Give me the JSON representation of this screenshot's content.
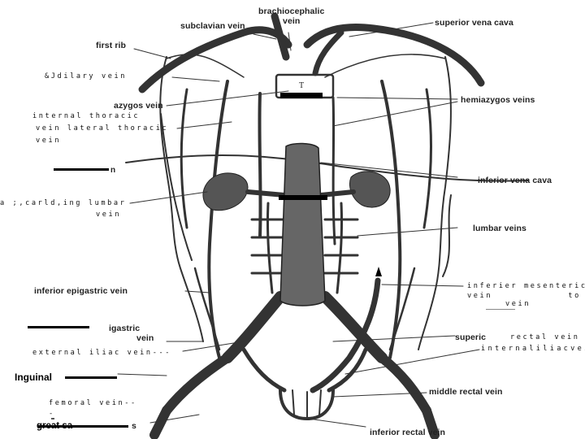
{
  "labels": {
    "brachiocephalic_vein": "brachiocephalic\nvein",
    "subclavian_vein": "subclavian vein",
    "superior_vena_cava": "superior vena cava",
    "first_rib": "first rib",
    "axillary_vein": "&Jdilary vein",
    "azygos_vein": "azygos vein",
    "hemiazygos_veins": "hemiazygos veins",
    "internal_thoracic": "internal thoracic",
    "vein_lateral_thoracic": "vein lateral thoracic",
    "vein_1": "vein",
    "n_fragment": "n",
    "inferior_vena_cava": "inferior vena cava",
    "ascending_lumbar": "a ;,carld,ing lumbar",
    "vein_2": "vein",
    "lumbar_veins": "lumbar veins",
    "inferior_epigastric_vein": "inferior epigastric vein",
    "inferior_mesenteric": "inferier mesenteric",
    "vein_to": "vein            to",
    "vein_3": "vein",
    "igastric": "igastric",
    "vein_4": "vein",
    "superior_rectal": "superic",
    "rectal_vein": "rectal vein",
    "external_iliac_vein": "external iliac vein---",
    "internal_iliac_vein": "internaliliacvein",
    "inguinal": "Inguinal",
    "middle_rectal_vein": "middle rectal vein",
    "femoral_vein": "femoral vein--",
    "dash": "-",
    "great_sa": "great sa",
    "s_fragment": "s",
    "inferior_rectal_vein": "inferior rectal vein",
    "vertebra_mark": "T"
  }
}
